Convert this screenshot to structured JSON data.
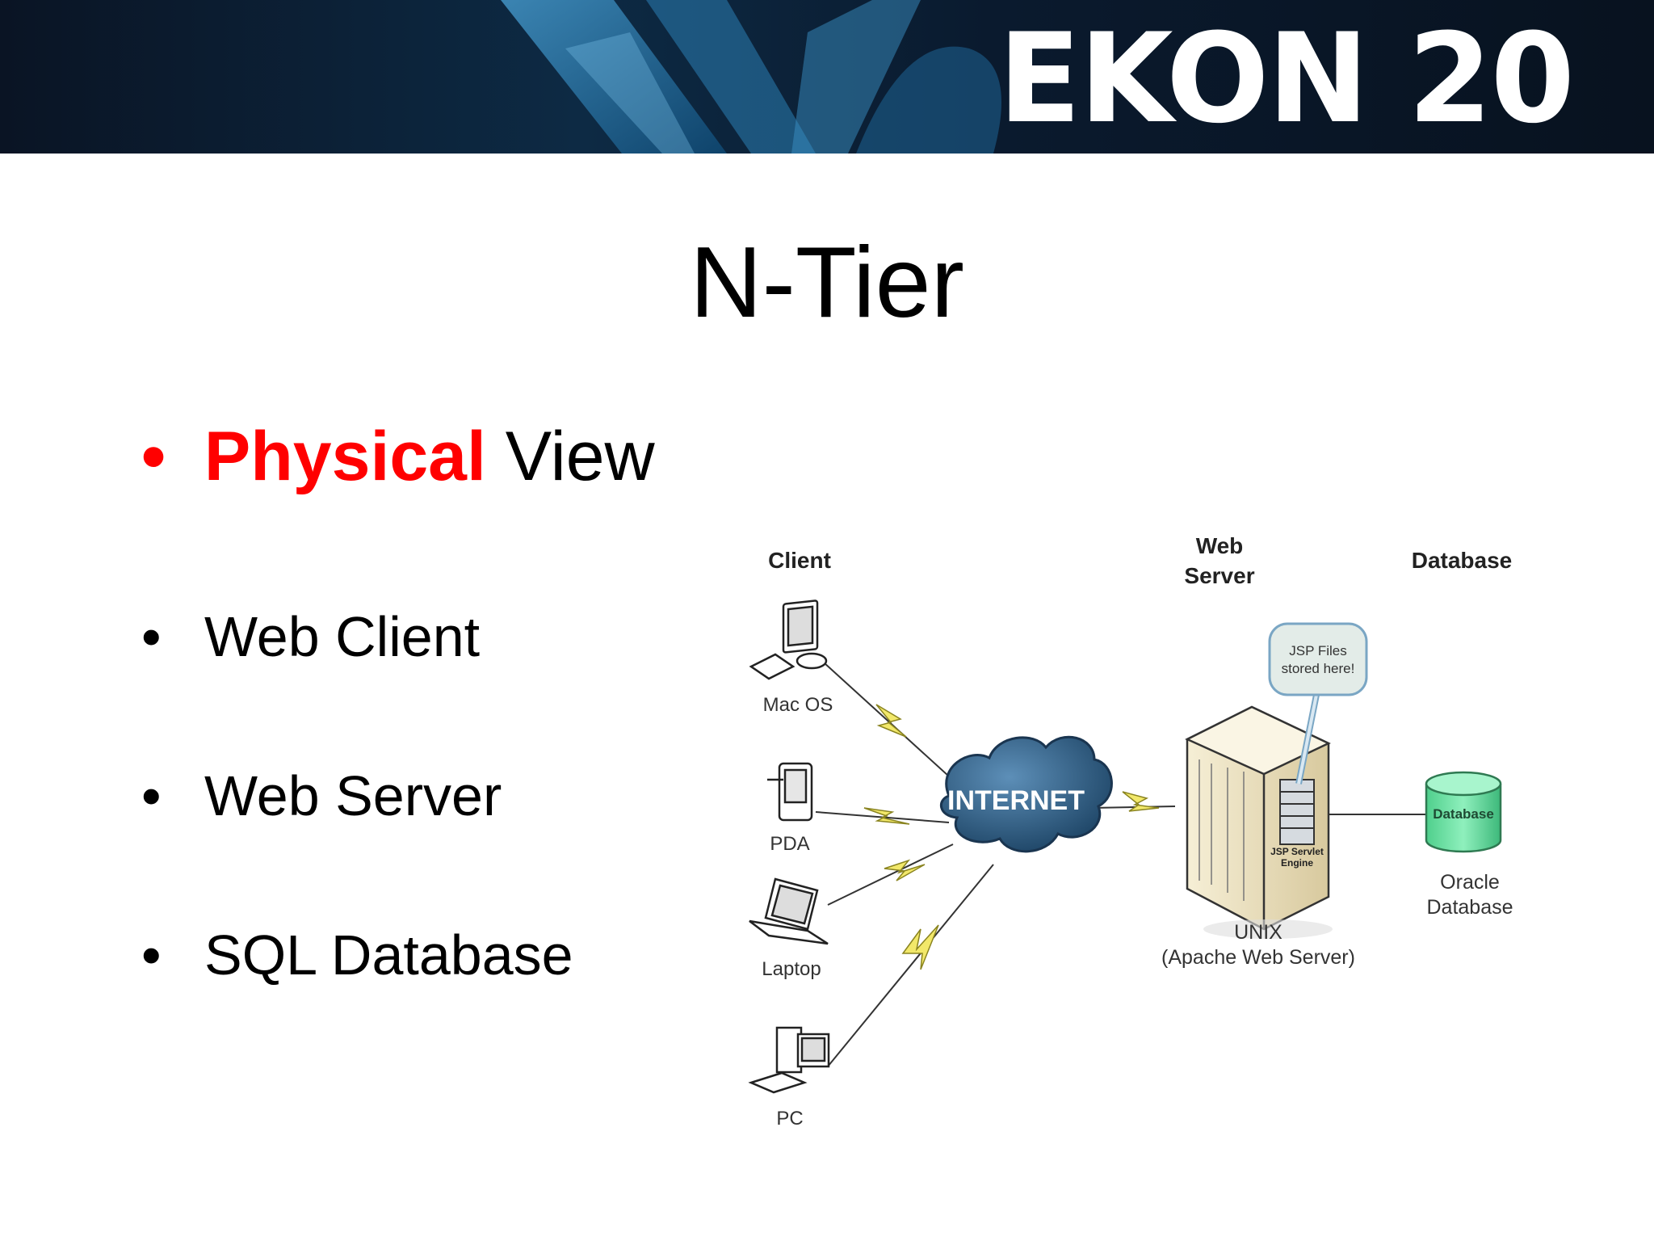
{
  "banner": {
    "title": "EKON 20"
  },
  "slide": {
    "title": "N-Tier",
    "main_bullet": {
      "marker": "•",
      "emphasis": "Physical",
      "rest": " View",
      "emphasis_color": "#ff0000"
    },
    "bullets": [
      {
        "marker": "•",
        "label": "Web Client"
      },
      {
        "marker": "•",
        "label": "Web Server"
      },
      {
        "marker": "•",
        "label": "SQL Database"
      }
    ]
  },
  "diagram": {
    "headers": {
      "client": "Client",
      "web_server_line1": "Web",
      "web_server_line2": "Server",
      "database": "Database"
    },
    "clients": [
      {
        "label": "Mac OS",
        "icon": "desktop-monitor-icon"
      },
      {
        "label": "PDA",
        "icon": "pda-icon"
      },
      {
        "label": "Laptop",
        "icon": "laptop-icon"
      },
      {
        "label": "PC",
        "icon": "pc-tower-icon"
      }
    ],
    "internet_label": "INTERNET",
    "callout_line1": "JSP Files",
    "callout_line2": "stored here!",
    "engine_line1": "JSP Servlet",
    "engine_line2": "Engine",
    "server_label_line1": "UNIX",
    "server_label_line2": "(Apache Web Server)",
    "db_cylinder_label": "Database",
    "db_label_line1": "Oracle",
    "db_label_line2": "Database",
    "colors": {
      "cloud": "#2f5f86",
      "cylinder": "#6fe3a6",
      "server": "#efe6c8",
      "lightning": "#f2e86a",
      "callout_border": "#7aa6c4"
    }
  }
}
